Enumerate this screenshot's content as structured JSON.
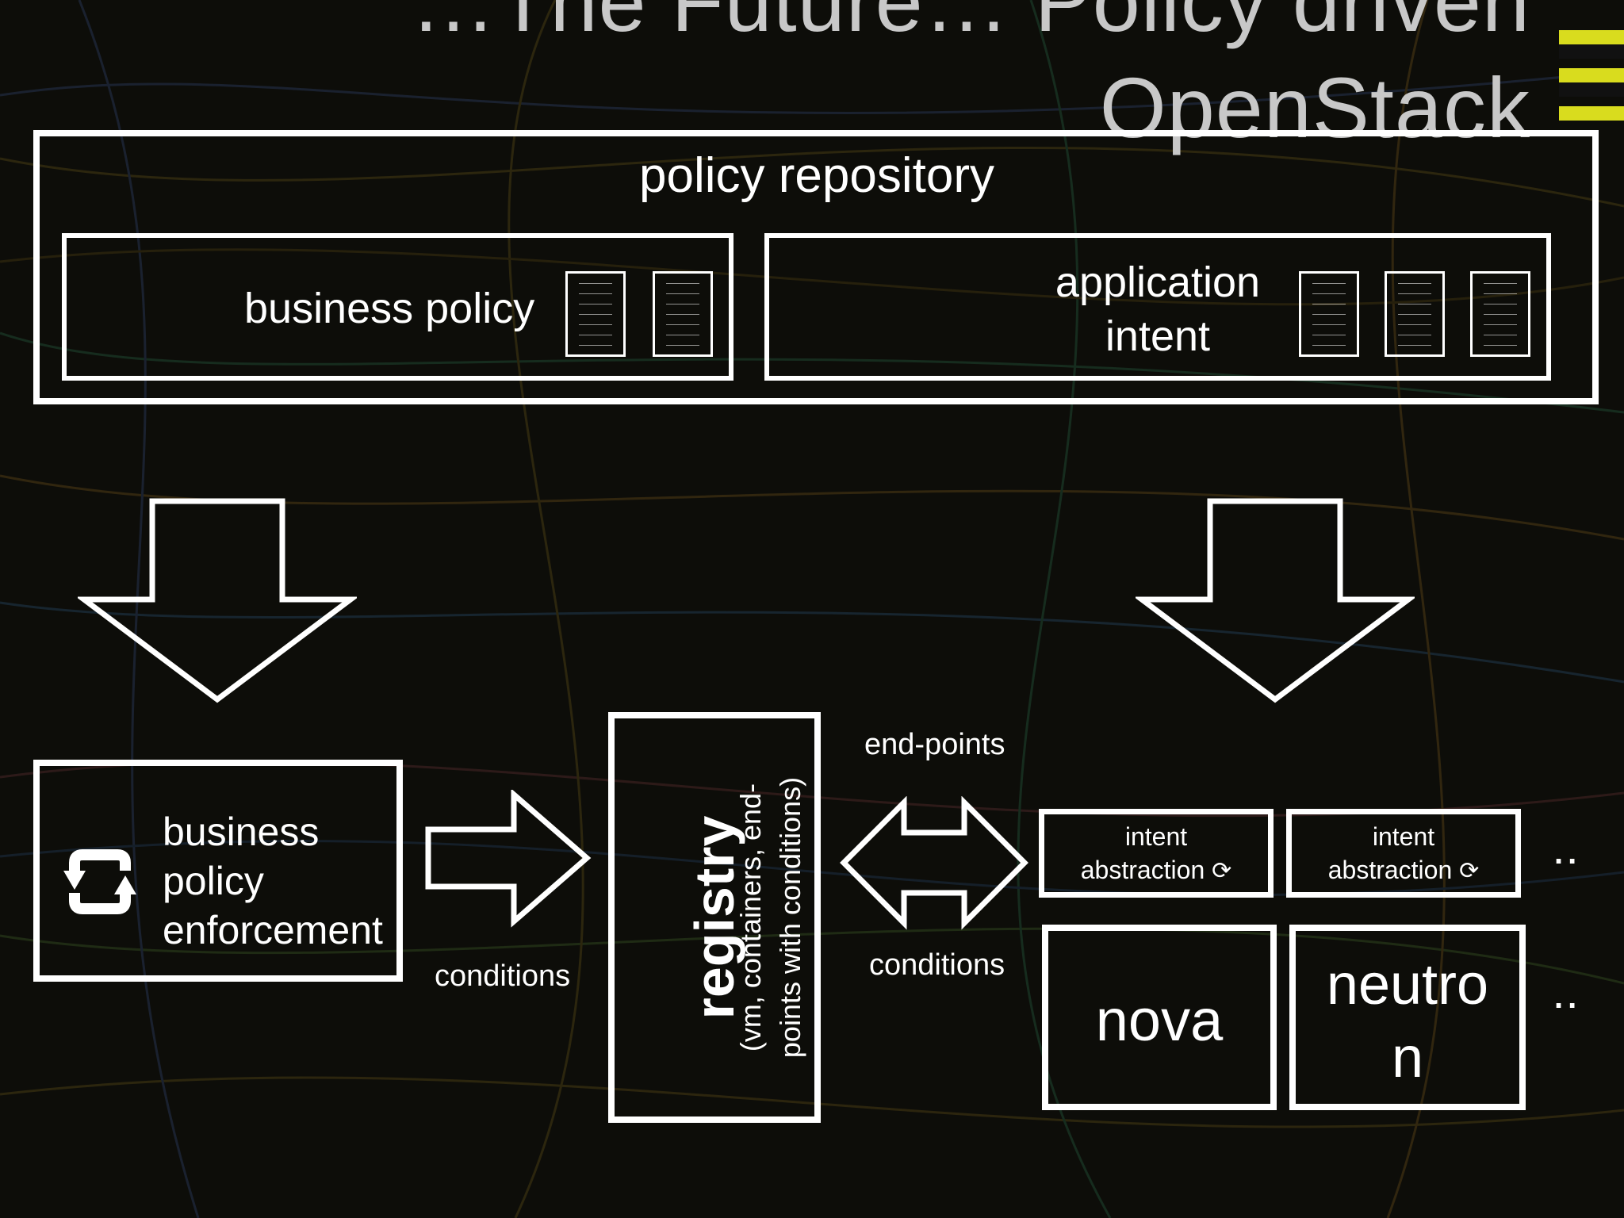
{
  "slide": {
    "title_line1": "…The Future… Policy driven",
    "title_line2": "OpenStack"
  },
  "policy_repository": {
    "label": "policy repository",
    "business_policy": "business policy",
    "application_intent": [
      "application",
      "intent"
    ]
  },
  "enforcement": {
    "lines": [
      "business",
      "policy",
      "enforcement"
    ],
    "icon": "refresh-icon"
  },
  "flows": {
    "left_conditions": "conditions",
    "endpoints": "end-points",
    "right_conditions": "conditions"
  },
  "registry": {
    "title": "registry",
    "subtitle_line1": "(vm, containers, end-",
    "subtitle_line2": "points with conditions)"
  },
  "intent_abstraction": {
    "lines": [
      "intent",
      "abstraction"
    ],
    "icon": "refresh-icon"
  },
  "services": {
    "nova": "nova",
    "neutron_line1": "neutro",
    "neutron_line2": "n",
    "more": "..",
    "more_intent": ".."
  },
  "colors": {
    "foreground": "#ffffff",
    "accent_stripe": "#d9dc1e",
    "title": "#c8c8c8"
  }
}
